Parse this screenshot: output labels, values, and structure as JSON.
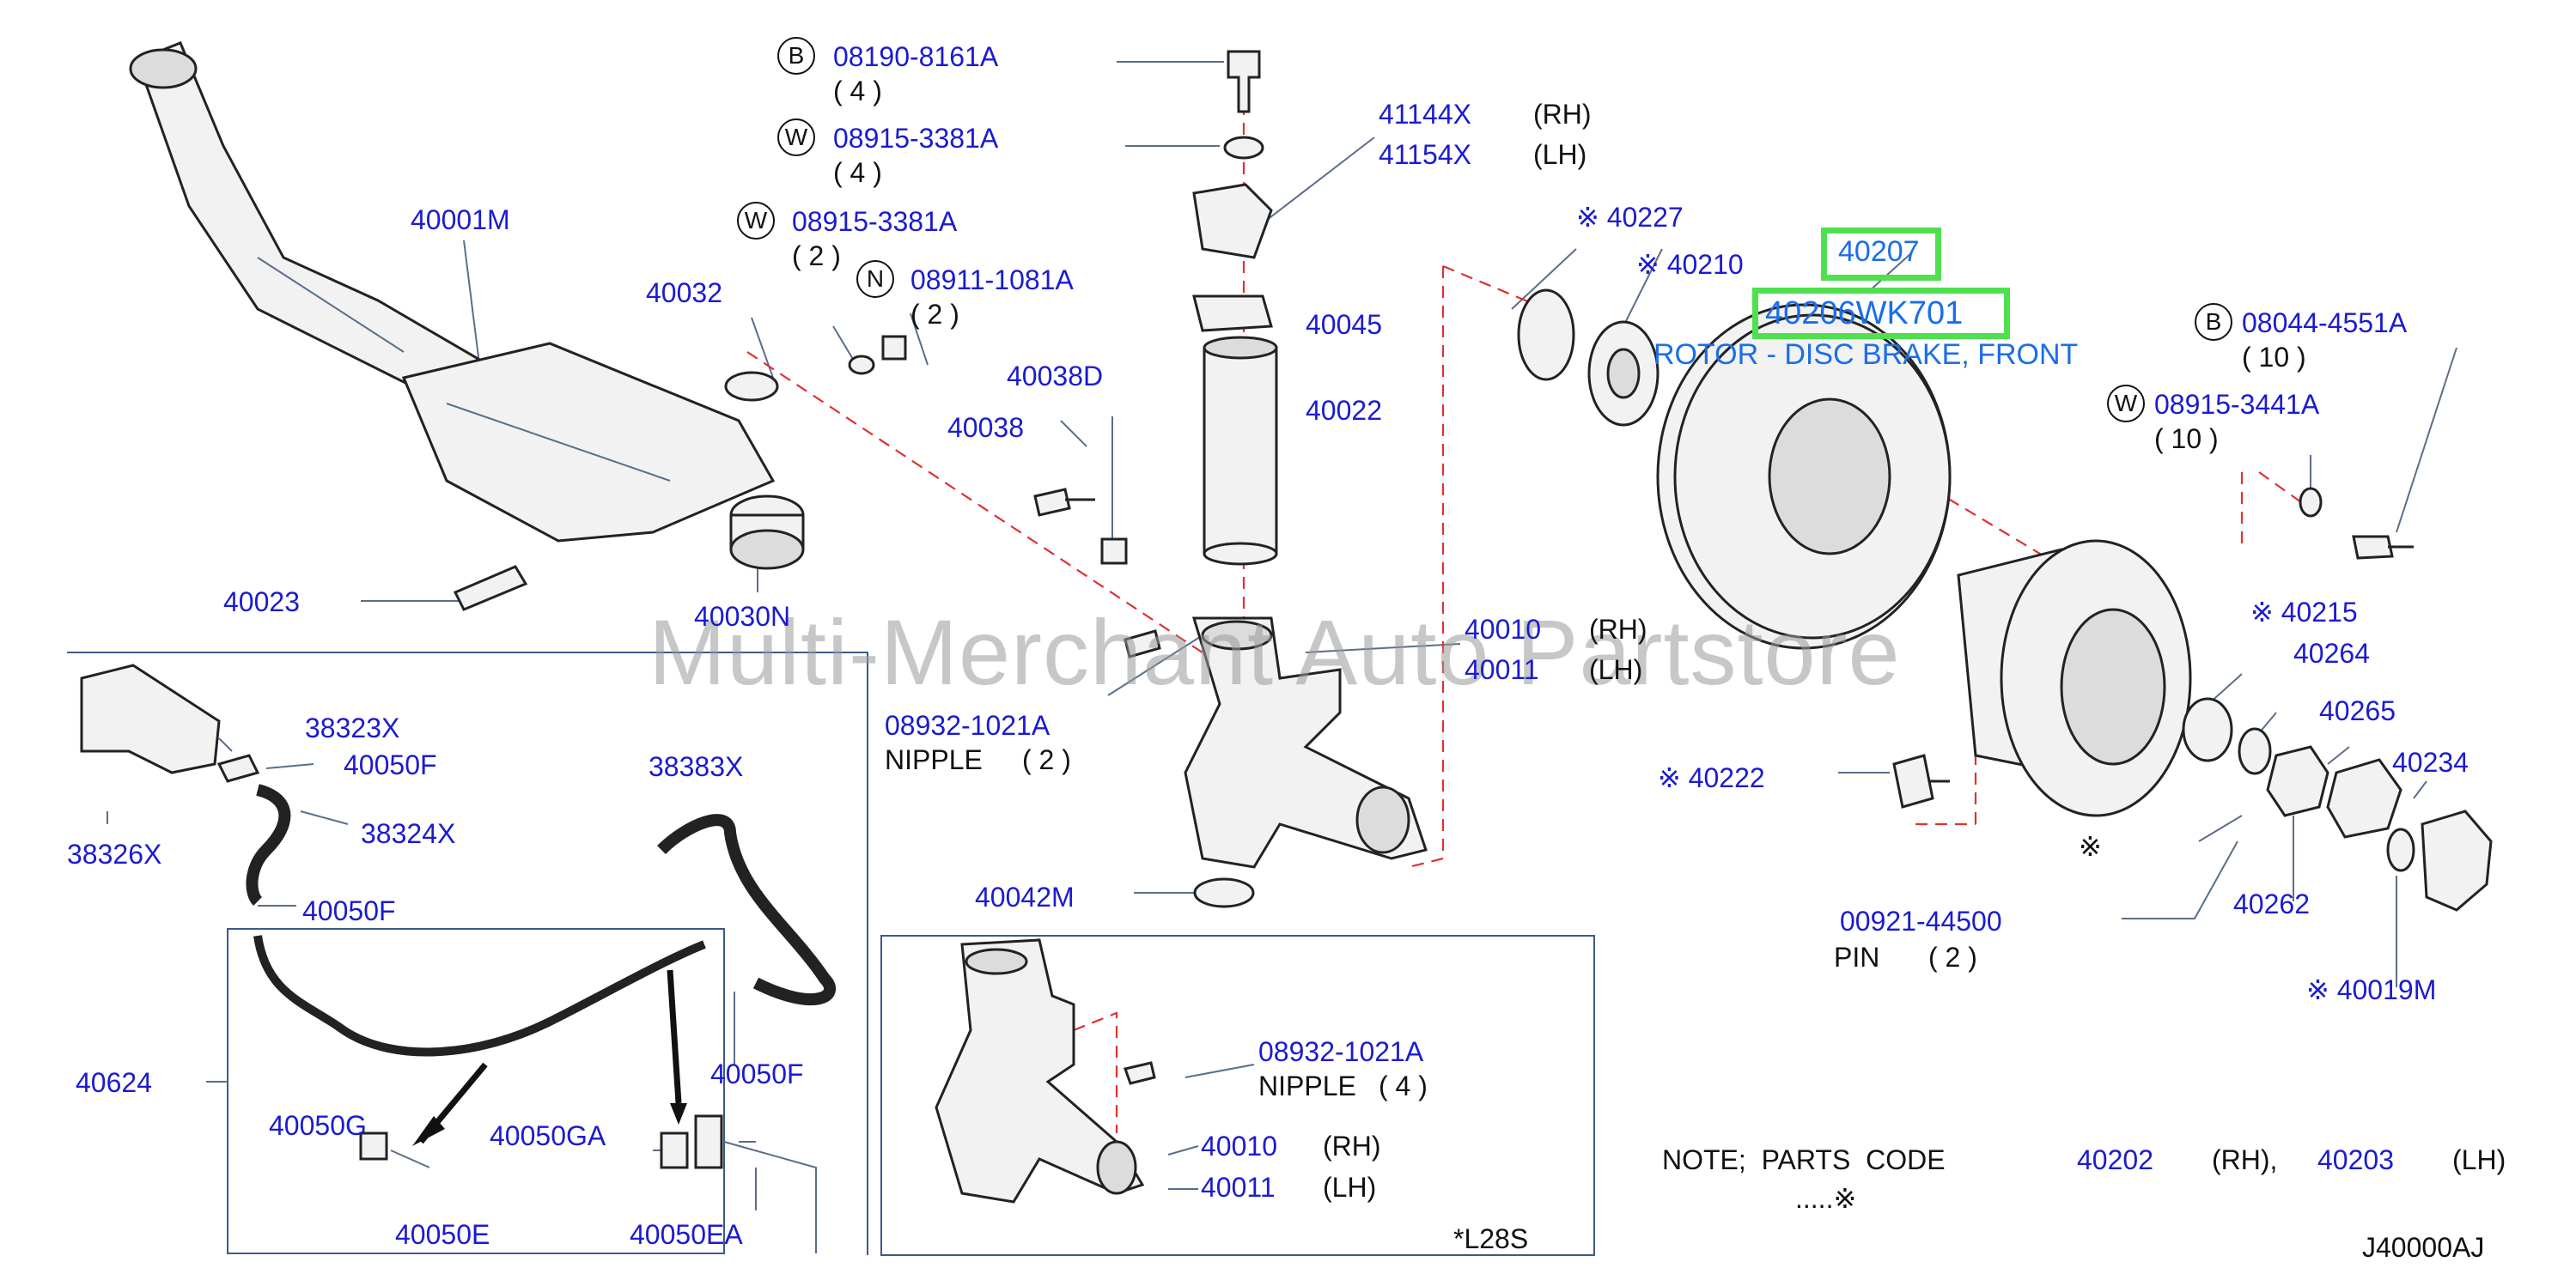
{
  "diagram": {
    "watermark": "Multi-Merchant Auto Partstore",
    "drawing_code": "J40000AJ",
    "variant_code": "*L28S",
    "highlight": {
      "part_a": "40207",
      "part_b": "40206WK701",
      "description": "ROTOR - DISC BRAKE, FRONT"
    },
    "note": {
      "prefix": "NOTE;  PARTS  CODE",
      "rh_part": "40202",
      "rh_side": "(RH),",
      "lh_part": "40203",
      "lh_side": "(LH)",
      "suffix": ".....※"
    },
    "labels": {
      "b1": "B",
      "b1_part": "08190-8161A",
      "b1_qty": "( 4 )",
      "w1": "W",
      "w1_part": "08915-3381A",
      "w1_qty": "( 4 )",
      "w2": "W",
      "w2_part": "08915-3381A",
      "w2_qty": "( 2 )",
      "n1": "N",
      "n1_part": "08911-1081A",
      "n1_qty": "( 2 )",
      "p41144x": "41144X",
      "p41144x_side": "(RH)",
      "p41154x": "41154X",
      "p41154x_side": "(LH)",
      "p40001m": "40001M",
      "p40032": "40032",
      "p40045": "40045",
      "p40022": "40022",
      "p40038d": "40038D",
      "p40038": "40038",
      "p40023": "40023",
      "p40030n": "40030N",
      "p40227": "※ 40227",
      "p40210": "※ 40210",
      "b2": "B",
      "b2_part": "08044-4551A",
      "b2_qty": "( 10 )",
      "w3": "W",
      "w3_part": "08915-3441A",
      "w3_qty": "( 10 )",
      "p40010": "40010",
      "p40010_side": "(RH)",
      "p40011": "40011",
      "p40011_side": "(LH)",
      "nip1_part": "08932-1021A",
      "nip1_text": "NIPPLE",
      "nip1_qty": "( 2 )",
      "p40042m": "40042M",
      "p38323x": "38323X",
      "p40050f_a": "40050F",
      "p38324x": "38324X",
      "p38326x": "38326X",
      "p40050f_b": "40050F",
      "p38383x": "38383X",
      "p40050f_c": "40050F",
      "p40624": "40624",
      "p40050g": "40050G",
      "p40050e": "40050E",
      "p40050ga": "40050GA",
      "p40050ea": "40050EA",
      "nip2_part": "08932-1021A",
      "nip2_text": "NIPPLE",
      "nip2_qty": "( 4 )",
      "p40010_b": "40010",
      "p40010_b_side": "(RH)",
      "p40011_b": "40011",
      "p40011_b_side": "(LH)",
      "p40215": "※ 40215",
      "p40264": "40264",
      "p40265": "40265",
      "p40234": "40234",
      "p40222": "※ 40222",
      "asterisk": "※",
      "pin_part": "00921-44500",
      "pin_text": "PIN",
      "pin_qty": "( 2 )",
      "p40262": "40262",
      "p40019m": "※ 40019M"
    }
  }
}
